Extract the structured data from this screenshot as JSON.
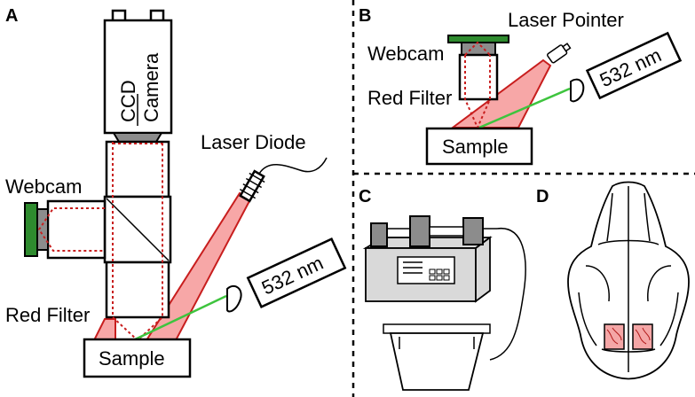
{
  "panels": {
    "a": {
      "letter": "A",
      "ccd_line1": "CCD",
      "ccd_line2": "Camera",
      "laser_diode": "Laser Diode",
      "webcam": "Webcam",
      "red_filter": "Red Filter",
      "sample": "Sample",
      "laser_green": "532 nm"
    },
    "b": {
      "letter": "B",
      "laser_pointer": "Laser Pointer",
      "webcam": "Webcam",
      "red_filter": "Red Filter",
      "sample": "Sample",
      "laser_green": "532 nm"
    },
    "c": {
      "letter": "C"
    },
    "d": {
      "letter": "D"
    }
  },
  "colors": {
    "red_beam": "#f48a8a",
    "red_outline": "#c81e1e",
    "green_beam": "#3ec43e",
    "webcam_green": "#2e8b2e",
    "camera_grey": "#8c8c8c"
  }
}
